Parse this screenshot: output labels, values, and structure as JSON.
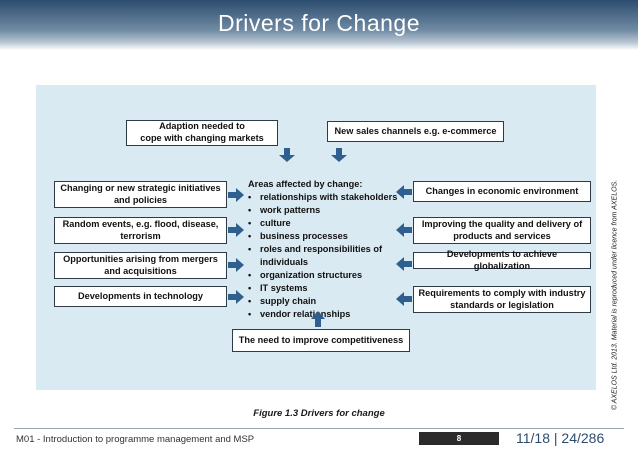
{
  "slide": {
    "title": "Drivers for Change"
  },
  "diagram": {
    "top_boxes": [
      "Adaption needed to\ncope with changing markets",
      "New sales channels e.g. e-commerce"
    ],
    "left_boxes": [
      "Changing or new strategic initiatives\nand policies",
      "Random events, e.g. flood, disease,\nterrorism",
      "Opportunities arising from mergers\nand acquisitions",
      "Developments in technology"
    ],
    "right_boxes": [
      "Changes in economic environment",
      "Improving the quality and delivery of\nproducts and services",
      "Developments to achieve globalization",
      "Requirements to comply with industry\nstandards or legislation"
    ],
    "bottom_box": "The need to improve competitiveness",
    "center": {
      "heading": "Areas affected by change:",
      "items": [
        "relationships with stakeholders",
        "work patterns",
        "culture",
        "business processes",
        "roles and responsibilities of individuals",
        "organization structures",
        "IT systems",
        "supply chain",
        "vendor relationships"
      ]
    },
    "caption": "Figure 1.3 Drivers for change",
    "arrow_color": "#2e5f8e"
  },
  "copyright": "© AXELOS Ltd. 2013. Material is reproduced under licence from AXELOS.",
  "footer": {
    "module": "M01 - Introduction to programme management and MSP",
    "page_badge": "8",
    "page_count": "11/18 | 24/286"
  }
}
